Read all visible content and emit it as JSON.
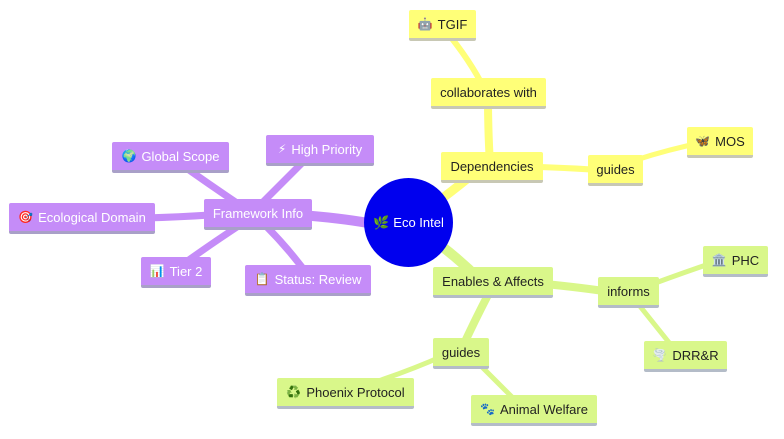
{
  "root": {
    "icon": "🌿",
    "label": "Eco Intel"
  },
  "nodes": {
    "tgif": {
      "icon": "🤖",
      "label": "TGIF"
    },
    "collaborates": {
      "label": "collaborates with"
    },
    "dependencies": {
      "label": "Dependencies"
    },
    "guides_yellow": {
      "label": "guides"
    },
    "mos": {
      "icon": "🦋",
      "label": "MOS"
    },
    "enables": {
      "label": "Enables & Affects"
    },
    "informs": {
      "label": "informs"
    },
    "phc": {
      "icon": "🏛️",
      "label": "PHC"
    },
    "drr": {
      "icon": "🌪️",
      "label": "DRR&R"
    },
    "guides_green": {
      "label": "guides"
    },
    "phoenix": {
      "icon": "♻️",
      "label": "Phoenix Protocol"
    },
    "animal": {
      "icon": "🐾",
      "label": "Animal Welfare"
    },
    "framework": {
      "label": "Framework Info"
    },
    "global": {
      "icon": "🌍",
      "label": "Global Scope"
    },
    "priority": {
      "icon": "⚡",
      "label": "High Priority"
    },
    "ecological": {
      "icon": "🎯",
      "label": "Ecological Domain"
    },
    "tier": {
      "icon": "📊",
      "label": "Tier 2"
    },
    "status": {
      "icon": "📋",
      "label": "Status: Review"
    }
  },
  "colors": {
    "root": "#0000ee",
    "yellow_branch": "#ffff78",
    "green_branch": "#d9f78a",
    "purple_branch": "#c58cf8"
  }
}
